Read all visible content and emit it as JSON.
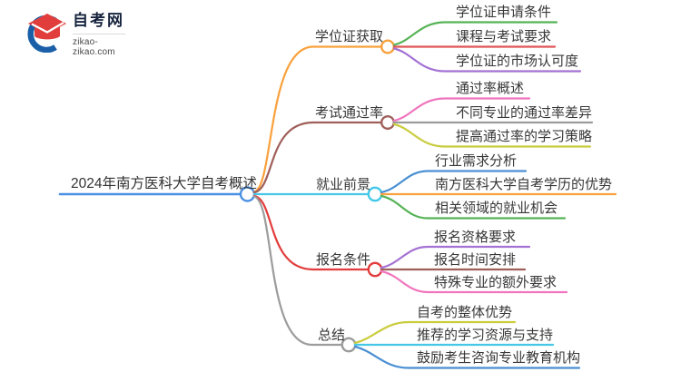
{
  "logo": {
    "site_name": "自考网",
    "site_url": "zikao-zikao.com",
    "crescent_color": "#1b5fa8",
    "cap_color": "#e23d3d"
  },
  "mindmap": {
    "root": {
      "label": "2024年南方医科大学自考概述",
      "color": "#4a90e2"
    },
    "branches": [
      {
        "label": "学位证获取",
        "color": "#f9a13c",
        "children": [
          {
            "label": "学位证申请条件",
            "color": "#56b356"
          },
          {
            "label": "课程与考试要求",
            "color": "#e05555"
          },
          {
            "label": "学位证的市场认可度",
            "color": "#a472d4"
          }
        ]
      },
      {
        "label": "考试通过率",
        "color": "#9f5f5a",
        "children": [
          {
            "label": "通过率概述",
            "color": "#f075be"
          },
          {
            "label": "不同专业的通过率差异",
            "color": "#9c9c9c"
          },
          {
            "label": "提高通过率的学习策略",
            "color": "#cacc3e"
          }
        ]
      },
      {
        "label": "就业前景",
        "color": "#45c8e8",
        "children": [
          {
            "label": "行业需求分析",
            "color": "#4a8fd3"
          },
          {
            "label": "南方医科大学自考学历的优势",
            "color": "#f9a13c"
          },
          {
            "label": "相关领域的就业机会",
            "color": "#56b356"
          }
        ]
      },
      {
        "label": "报名条件",
        "color": "#e23c3c",
        "children": [
          {
            "label": "报名资格要求",
            "color": "#a472d4"
          },
          {
            "label": "报名时间安排",
            "color": "#9f5f5a"
          },
          {
            "label": "特殊专业的额外要求",
            "color": "#f075be"
          }
        ]
      },
      {
        "label": "总结",
        "color": "#9c9c9c",
        "children": [
          {
            "label": "自考的整体优势",
            "color": "#cacc3e"
          },
          {
            "label": "推荐的学习资源与支持",
            "color": "#45c8e8"
          },
          {
            "label": "鼓励考生咨询专业教育机构",
            "color": "#4a8fd3"
          }
        ]
      }
    ]
  }
}
